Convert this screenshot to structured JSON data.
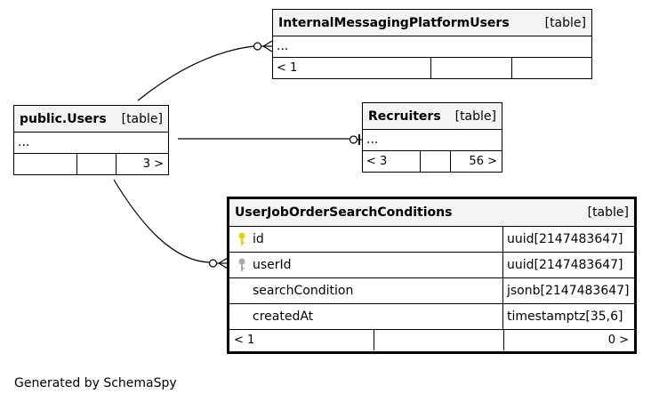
{
  "tables": {
    "internal": {
      "name": "InternalMessagingPlatformUsers",
      "tag": "[table]",
      "ellipsis": "...",
      "foot": [
        "< 1",
        "",
        ""
      ]
    },
    "users": {
      "name": "public.Users",
      "tag": "[table]",
      "ellipsis": "...",
      "foot": [
        "",
        "",
        "3 >"
      ]
    },
    "recruiters": {
      "name": "Recruiters",
      "tag": "[table]",
      "ellipsis": "...",
      "foot": [
        "< 3",
        "",
        "56 >"
      ]
    },
    "conditions": {
      "name": "UserJobOrderSearchConditions",
      "tag": "[table]",
      "columns": [
        {
          "name": "id",
          "type": "uuid[2147483647]",
          "key": "primary-key-icon"
        },
        {
          "name": "userId",
          "type": "uuid[2147483647]",
          "key": "foreign-key-icon"
        },
        {
          "name": "searchCondition",
          "type": "jsonb[2147483647]",
          "key": ""
        },
        {
          "name": "createdAt",
          "type": "timestamptz[35,6]",
          "key": ""
        }
      ],
      "foot": [
        "< 1",
        "",
        "0 >"
      ]
    }
  },
  "colors": {
    "primary_key": "#e8d000",
    "foreign_key": "#a8a8a8",
    "header_bg": "#f4f4f4",
    "line": "#000000"
  },
  "footer_text": "Generated by SchemaSpy"
}
